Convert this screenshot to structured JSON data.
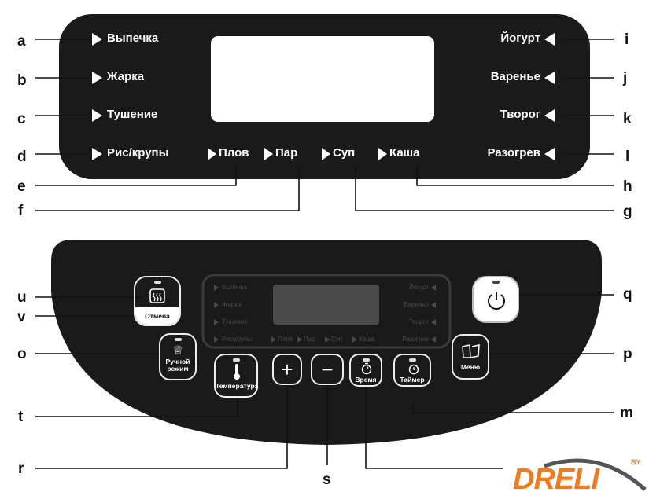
{
  "top_panel": {
    "left_programs": [
      "Выпечка",
      "Жарка",
      "Тушение",
      "Рис/крупы"
    ],
    "right_programs": [
      "Йогурт",
      "Варенье",
      "Творог",
      "Разогрев"
    ],
    "bottom_programs": [
      "Плов",
      "Пар",
      "Суп",
      "Каша"
    ],
    "left_letters": [
      "a",
      "b",
      "c",
      "d"
    ],
    "right_letters": [
      "i",
      "j",
      "k",
      "l"
    ],
    "bottom_letters": [
      "e",
      "f",
      "g",
      "h"
    ]
  },
  "bottom_panel": {
    "cancel_label": "Отмена",
    "manual_label": "Ручной режим",
    "menu_label": "Меню",
    "temperature_label": "Температура",
    "plus_label": "+",
    "minus_label": "−",
    "time_label": "Время",
    "timer_label": "Таймер",
    "letters": {
      "u": "u",
      "v": "v",
      "o": "o",
      "t": "t",
      "r": "r",
      "s": "s",
      "q": "q",
      "p": "p",
      "m": "m"
    }
  },
  "logo": {
    "text": "DRELI",
    "by": "BY",
    "color": "#f07a1c"
  },
  "colors": {
    "panel": "#1a1a1a",
    "line": "#111111",
    "text": "#ffffff"
  }
}
